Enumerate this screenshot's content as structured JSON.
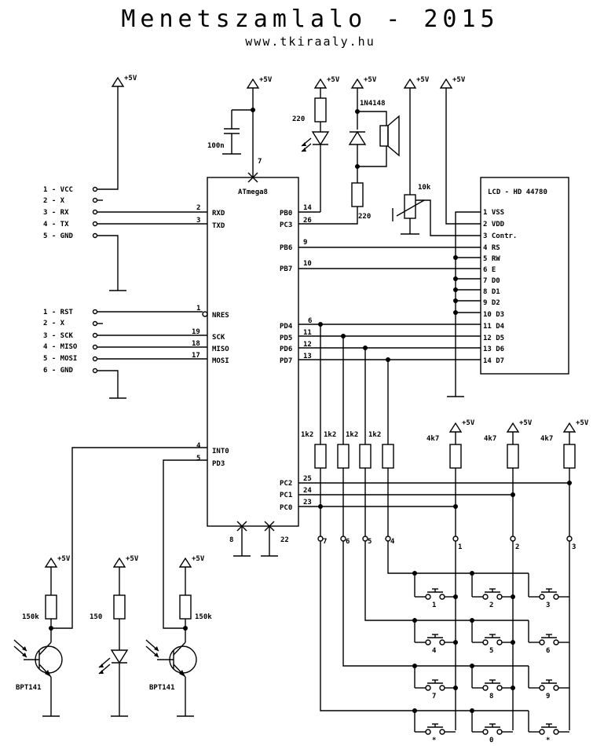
{
  "title": "Menetszamlalo - 2015",
  "website": "www.tkiraaly.hu",
  "supply": "+5V",
  "mcu": {
    "name": "ATmega8",
    "left_pins": [
      {
        "num": "2",
        "label": "RXD"
      },
      {
        "num": "3",
        "label": "TXD"
      },
      {
        "num": "1",
        "label": "NRES"
      },
      {
        "num": "19",
        "label": "SCK"
      },
      {
        "num": "18",
        "label": "MISO"
      },
      {
        "num": "17",
        "label": "MOSI"
      },
      {
        "num": "4",
        "label": "INT0"
      },
      {
        "num": "5",
        "label": "PD3"
      }
    ],
    "right_pins": [
      {
        "num": "14",
        "label": "PB0"
      },
      {
        "num": "26",
        "label": "PC3"
      },
      {
        "num": "9",
        "label": "PB6"
      },
      {
        "num": "10",
        "label": "PB7"
      },
      {
        "num": "6",
        "label": "PD4"
      },
      {
        "num": "11",
        "label": "PD5"
      },
      {
        "num": "12",
        "label": "PD6"
      },
      {
        "num": "13",
        "label": "PD7"
      },
      {
        "num": "25",
        "label": "PC2"
      },
      {
        "num": "24",
        "label": "PC1"
      },
      {
        "num": "23",
        "label": "PC0"
      }
    ],
    "top_pin": "7",
    "bottom_pins": [
      "8",
      "22"
    ]
  },
  "serial_header": [
    "1 - VCC",
    "2 - X",
    "3 - RX",
    "4 - TX",
    "5 - GND"
  ],
  "isp_header": [
    "1 - RST",
    "2 - X",
    "3 - SCK",
    "4 - MISO",
    "5 - MOSI",
    "6 - GND"
  ],
  "lcd": {
    "name": "LCD - HD 44780",
    "pins": [
      "1 VSS",
      "2 VDD",
      "3 Contr.",
      "4 RS",
      "5 RW",
      "6 E",
      "7 D0",
      "8 D1",
      "9 D2",
      "10 D3",
      "11 D4",
      "12 D5",
      "13 D6",
      "14 D7"
    ]
  },
  "components": {
    "cap": "100n",
    "led_res": "220",
    "diode": "1N4148",
    "spk_res": "220",
    "pot": "10k",
    "row_res": "1k2",
    "col_res": "4k7",
    "photo_res": "150k",
    "led2_res": "150",
    "transistor": "BPT141"
  },
  "keypad": {
    "row_labels": [
      "7",
      "6",
      "5",
      "4"
    ],
    "col_labels": [
      "1",
      "2",
      "3"
    ],
    "keys": [
      "1",
      "2",
      "3",
      "4",
      "5",
      "6",
      "7",
      "8",
      "9",
      "*",
      "0",
      "*"
    ]
  }
}
